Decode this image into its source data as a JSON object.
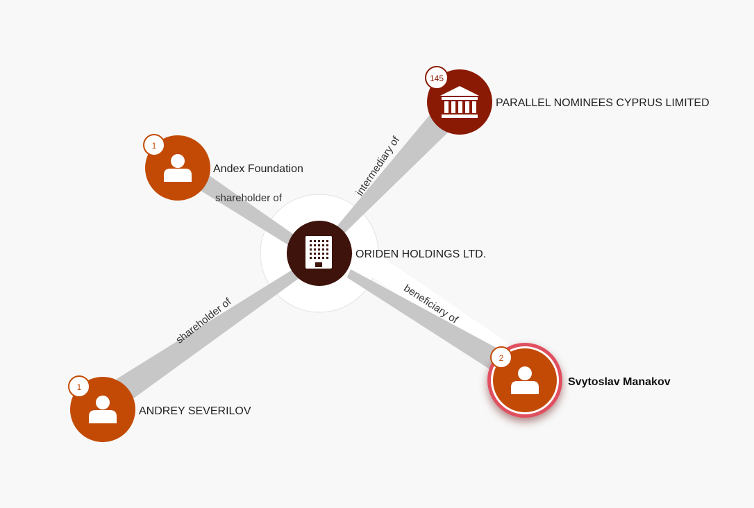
{
  "graph": {
    "nodes": [
      {
        "id": "oriden",
        "label": "ORIDEN HOLDINGS LTD.",
        "type": "company",
        "icon": "building-icon",
        "color": "#3d130c",
        "badge": "",
        "selected": false
      },
      {
        "id": "parallel",
        "label": "PARALLEL NOMINEES CYPRUS LIMITED",
        "type": "intermediary",
        "icon": "bank-icon",
        "color": "#8b1a04",
        "badge": "145",
        "selected": false
      },
      {
        "id": "andex",
        "label": "Andex Foundation",
        "type": "person",
        "icon": "person-icon",
        "color": "#c34a05",
        "badge": "1",
        "selected": false
      },
      {
        "id": "andrey",
        "label": "ANDREY SEVERILOV",
        "type": "person",
        "icon": "person-icon",
        "color": "#c34a05",
        "badge": "1",
        "selected": false
      },
      {
        "id": "svytoslav",
        "label": "Svytoslav Manakov",
        "type": "person",
        "icon": "person-icon",
        "color": "#c34a05",
        "badge": "2",
        "selected": true
      }
    ],
    "edges": [
      {
        "from": "andex",
        "to": "oriden",
        "label": "shareholder of"
      },
      {
        "from": "parallel",
        "to": "oriden",
        "label": "intermediary of"
      },
      {
        "from": "andrey",
        "to": "oriden",
        "label": "shareholder of"
      },
      {
        "from": "svytoslav",
        "to": "oriden",
        "label": "beneficiary of"
      }
    ]
  },
  "colors": {
    "background": "#f8f8f8",
    "edge": "#c7c7c7",
    "badge_text": "#8b1a04",
    "selection_ring": "#e0505e"
  }
}
